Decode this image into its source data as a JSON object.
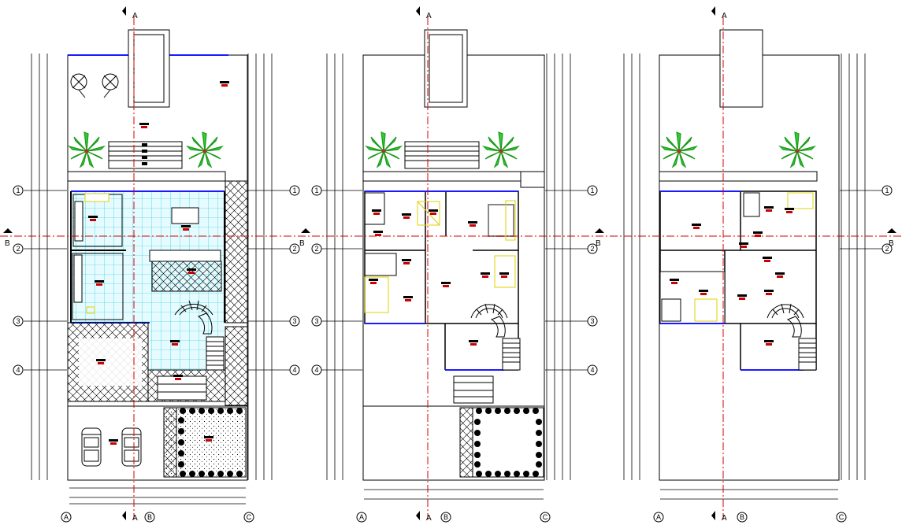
{
  "section_mark": "A",
  "section_mark_b": "B",
  "axes_left": [
    "1",
    "2",
    "3",
    "4"
  ],
  "axes_right": [
    "1",
    "2",
    "3",
    "4"
  ],
  "axes_bottom": [
    "A",
    "B",
    "C"
  ],
  "colors": {
    "line": "#000000",
    "axis": "#d40000",
    "wall": "#1a1aff",
    "tile": "#00c8d0",
    "hatch": "#000000",
    "furniture": "#e0d000",
    "plant": "#22aa22",
    "door": "#00cc00",
    "tag_red": "#cc0000"
  },
  "icons": [
    "palm-tree-icon",
    "car-icon",
    "staircase-icon",
    "section-arrow-icon",
    "axis-bubble-icon"
  ]
}
